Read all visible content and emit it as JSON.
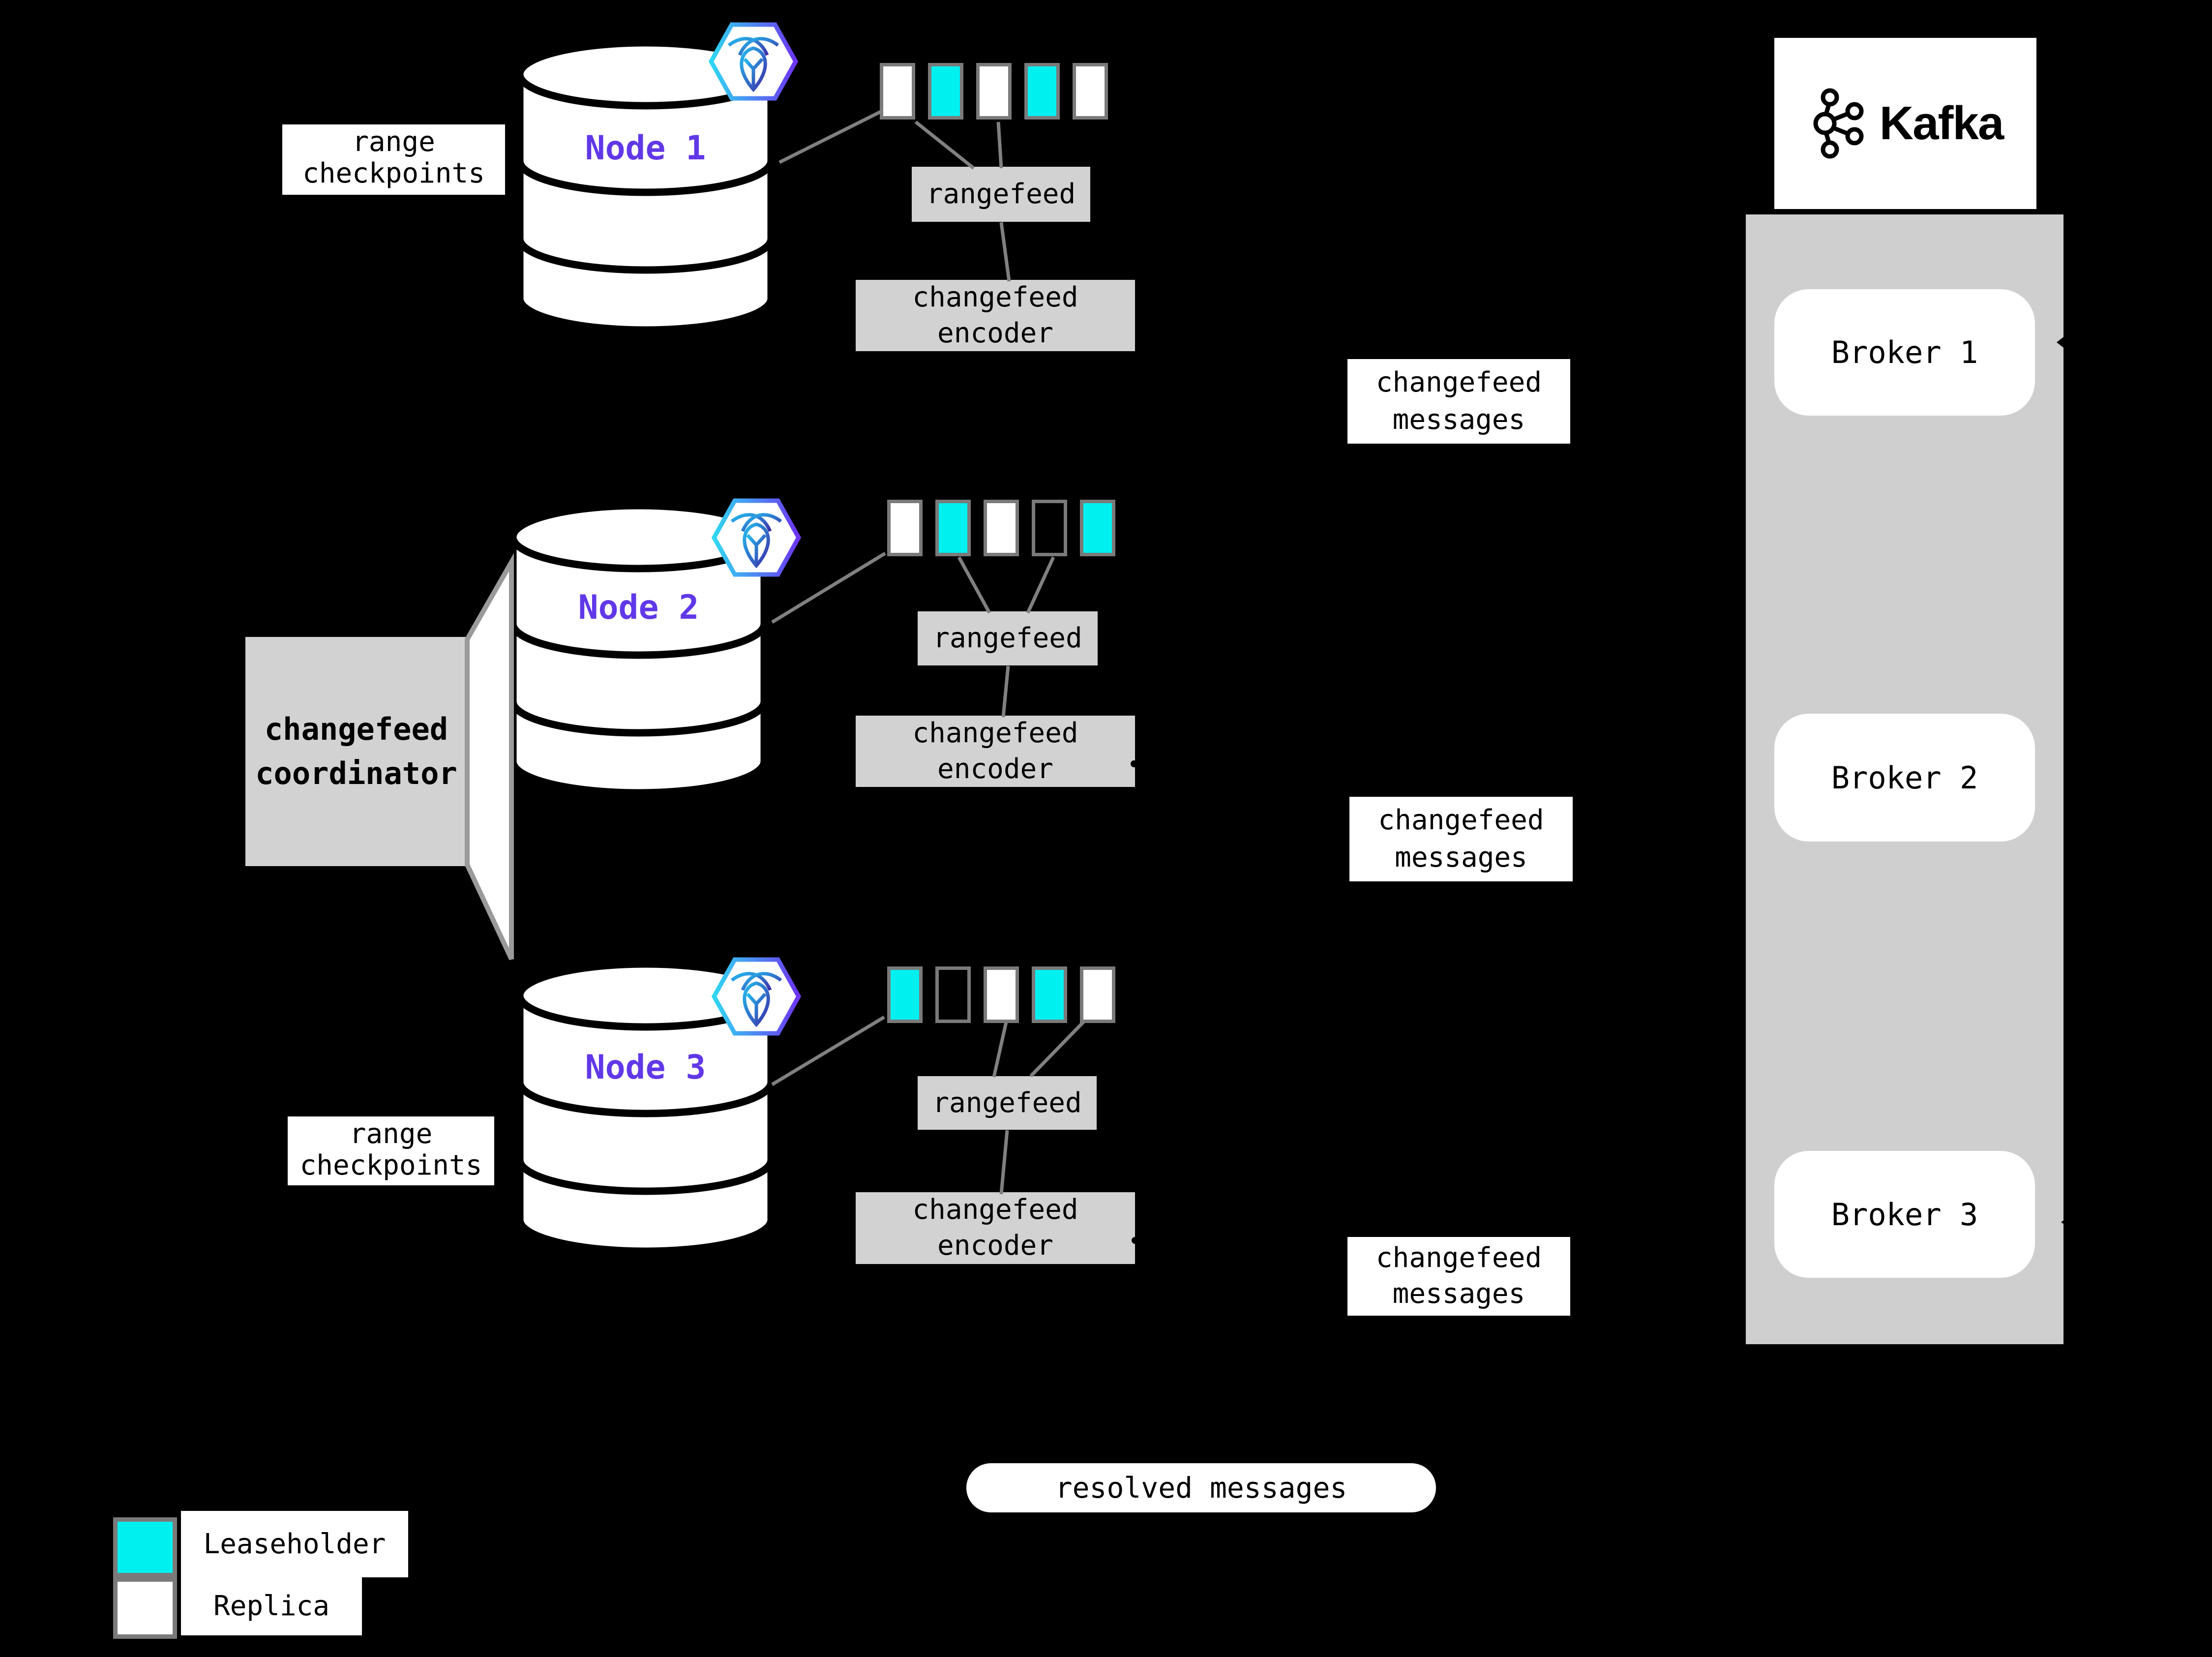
{
  "labels": {
    "rangefeed": "rangefeed",
    "changefeed_encoder": "changefeed encoder",
    "changefeed_messages": "changefeed messages",
    "range_checkpoints": "range checkpoints",
    "changefeed_coordinator": "changefeed coordinator",
    "resolved_messages": "resolved messages"
  },
  "nodes": [
    {
      "label": "Node 1",
      "squares": [
        "replica",
        "leaseholder",
        "replica",
        "leaseholder",
        "replica"
      ]
    },
    {
      "label": "Node 2",
      "squares": [
        "replica",
        "leaseholder",
        "replica",
        "empty",
        "leaseholder"
      ]
    },
    {
      "label": "Node 3",
      "squares": [
        "leaseholder",
        "empty",
        "replica",
        "leaseholder",
        "replica"
      ]
    }
  ],
  "kafka": {
    "wordmark": "Kafka",
    "brokers": [
      "Broker 1",
      "Broker 2",
      "Broker 3"
    ]
  },
  "legend": {
    "leaseholder": "Leaseholder",
    "replica": "Replica"
  },
  "colors": {
    "leaseholder": "#00f0f0",
    "replica": "#ffffff",
    "empty": "#000000",
    "panel": "#d2d2d2",
    "kafka_panel": "#cfcfcf",
    "node_label": "#6138e8",
    "connector": "#808080",
    "square_border": "#7a7a7a"
  }
}
